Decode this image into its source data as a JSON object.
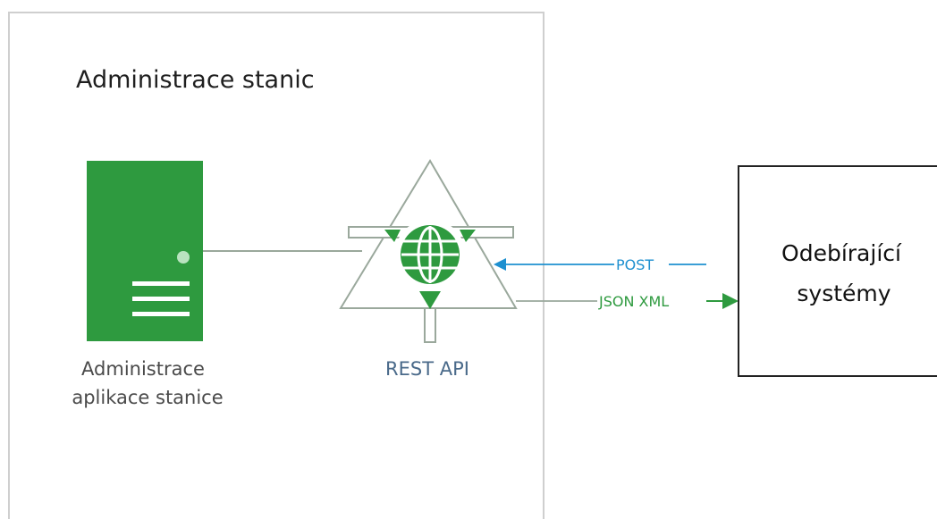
{
  "title": "Administrace stanic",
  "server": {
    "caption_lines": [
      "Administrace",
      "aplikace stanice"
    ]
  },
  "api": {
    "caption": "REST API"
  },
  "external": {
    "label_lines": [
      "Odebírající",
      "systémy"
    ]
  },
  "arrows": {
    "request_label": "POST",
    "response_label": "JSON XML"
  },
  "colors": {
    "frame": "#cfcfcf",
    "server": "#2e9a3f",
    "server_light": "#b9e3bf",
    "api_green": "#2e9a3f",
    "outline": "#9aa89c",
    "request": "#1e90d0",
    "response": "#2e9a3f",
    "external_border": "#222222"
  },
  "icons": {
    "server": "server-icon",
    "api": "globe-icon"
  }
}
